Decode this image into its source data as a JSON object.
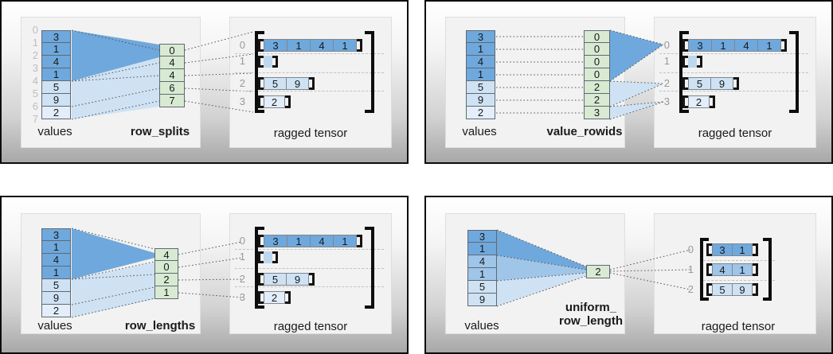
{
  "palette": {
    "dark_blue": "#6fa8dc",
    "medium_blue": "#9fc5e8",
    "light_blue": "#cfe2f3",
    "pale_blue": "#e3eefa",
    "green": "#d9ead3",
    "card_border": "#0d0d0d",
    "index_gray": "#999999"
  },
  "panels": [
    {
      "values_label": "values",
      "method_label": "row_splits",
      "result_label": "ragged tensor",
      "values": [
        "3",
        "1",
        "4",
        "1",
        "5",
        "9",
        "2"
      ],
      "value_indices": [
        "0",
        "1",
        "2",
        "3",
        "4",
        "5",
        "6",
        "7"
      ],
      "method_values": [
        "0",
        "4",
        "4",
        "6",
        "7"
      ],
      "row_indices": [
        "0",
        "1",
        "2",
        "3"
      ],
      "rows": [
        [
          "3",
          "1",
          "4",
          "1"
        ],
        [],
        [
          "5",
          "9"
        ],
        [
          "2"
        ]
      ]
    },
    {
      "values_label": "values",
      "method_label": "value_rowids",
      "result_label": "ragged tensor",
      "values": [
        "3",
        "1",
        "4",
        "1",
        "5",
        "9",
        "2"
      ],
      "method_values": [
        "0",
        "0",
        "0",
        "0",
        "2",
        "2",
        "3"
      ],
      "row_indices": [
        "0",
        "1",
        "2",
        "3"
      ],
      "rows": [
        [
          "3",
          "1",
          "4",
          "1"
        ],
        [],
        [
          "5",
          "9"
        ],
        [
          "2"
        ]
      ]
    },
    {
      "values_label": "values",
      "method_label": "row_lengths",
      "result_label": "ragged tensor",
      "values": [
        "3",
        "1",
        "4",
        "1",
        "5",
        "9",
        "2"
      ],
      "method_values": [
        "4",
        "0",
        "2",
        "1"
      ],
      "row_indices": [
        "0",
        "1",
        "2",
        "3"
      ],
      "rows": [
        [
          "3",
          "1",
          "4",
          "1"
        ],
        [],
        [
          "5",
          "9"
        ],
        [
          "2"
        ]
      ]
    },
    {
      "values_label": "values",
      "method_label_line1": "uniform_",
      "method_label_line2": "row_length",
      "result_label": "ragged tensor",
      "values": [
        "3",
        "1",
        "4",
        "1",
        "5",
        "9"
      ],
      "method_values": [
        "2"
      ],
      "row_indices": [
        "0",
        "1",
        "2"
      ],
      "rows": [
        [
          "3",
          "1"
        ],
        [
          "4",
          "1"
        ],
        [
          "5",
          "9"
        ]
      ]
    }
  ]
}
